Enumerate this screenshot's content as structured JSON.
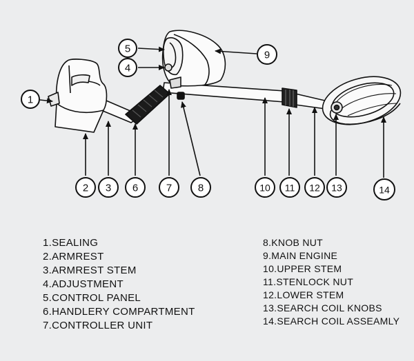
{
  "callouts": [
    "1",
    "2",
    "3",
    "4",
    "5",
    "6",
    "7",
    "8",
    "9",
    "10",
    "11",
    "12",
    "13",
    "14"
  ],
  "legend": {
    "left": [
      "1.SEALING",
      "2.ARMREST",
      "3.ARMREST STEM",
      "4.ADJUSTMENT",
      "5.CONTROL PANEL",
      "6.HANDLERY COMPARTMENT",
      "7.CONTROLLER UNIT"
    ],
    "right": [
      "8.KNOB NUT",
      "9.MAIN ENGINE",
      "10.UPPER STEM",
      "11.STENLOCK NUT",
      "12.LOWER STEM",
      "13.SEARCH COIL KNOBS",
      "14.SEARCH COIL ASSEAMLY"
    ]
  }
}
